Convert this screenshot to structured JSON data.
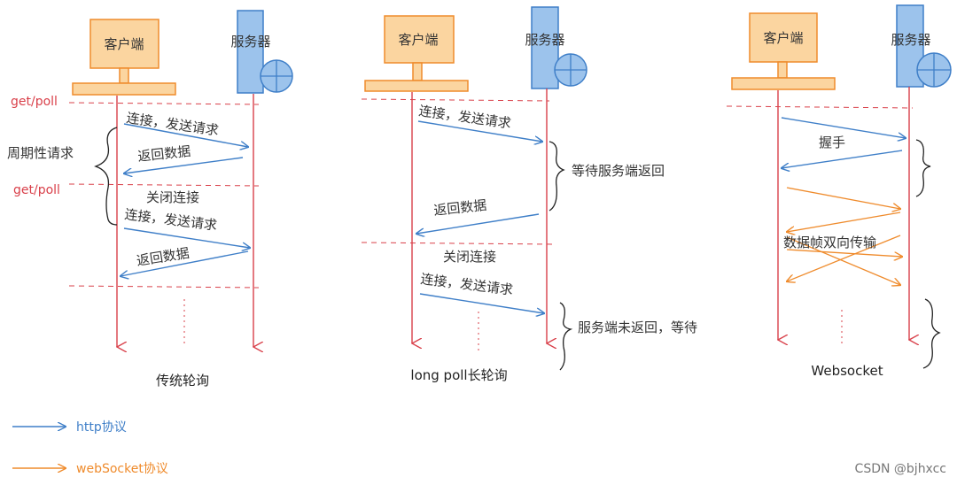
{
  "labels": {
    "client": "客户端",
    "server": "服务器",
    "get_poll": "get/poll",
    "connect_send": "连接，发送请求",
    "return_data": "返回数据",
    "close_conn": "关闭连接",
    "periodic": "周期性请求",
    "wait_return": "等待服务端返回",
    "not_returned": "服务端未返回，等待",
    "handshake": "握手",
    "frames": "数据帧双向传输"
  },
  "captions": {
    "polling": "传统轮询",
    "long_poll": "long poll长轮询",
    "websocket": "Websocket"
  },
  "legend": {
    "http": "http协议",
    "websocket": "webSocket协议"
  },
  "watermark": "CSDN @bjhxcc",
  "colors": {
    "http": "#3f7fc8",
    "websocket": "#ef8b2c",
    "lifeline": "#d9404a",
    "client_box": "#fbd5a0",
    "server_box": "#9cc3ec"
  }
}
